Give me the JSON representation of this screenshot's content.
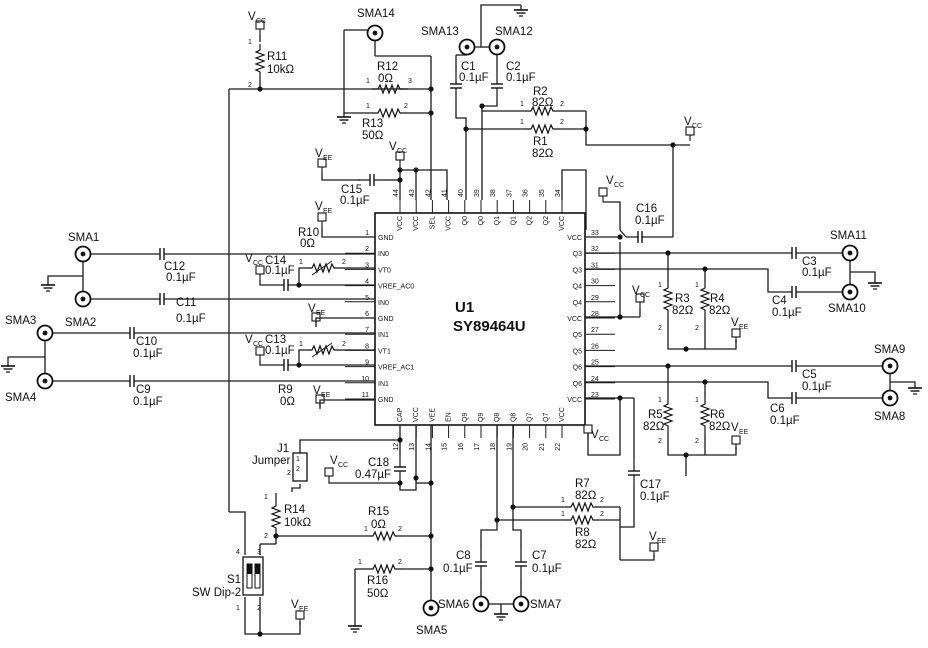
{
  "chip": {
    "ref": "U1",
    "part": "SY89464U"
  },
  "pins_left": [
    {
      "num": "1",
      "name": "GND"
    },
    {
      "num": "2",
      "name": "IN0"
    },
    {
      "num": "3",
      "name": "VT0"
    },
    {
      "num": "4",
      "name": "VREF_AC0"
    },
    {
      "num": "5",
      "name": "IN0"
    },
    {
      "num": "6",
      "name": "GND"
    },
    {
      "num": "7",
      "name": "IN1"
    },
    {
      "num": "8",
      "name": "VT1"
    },
    {
      "num": "9",
      "name": "VREF_AC1"
    },
    {
      "num": "10",
      "name": "IN1"
    },
    {
      "num": "11",
      "name": "GND"
    }
  ],
  "pins_right": [
    {
      "num": "33",
      "name": "VCC"
    },
    {
      "num": "32",
      "name": "Q3"
    },
    {
      "num": "31",
      "name": "Q3"
    },
    {
      "num": "30",
      "name": "Q4"
    },
    {
      "num": "29",
      "name": "Q4"
    },
    {
      "num": "28",
      "name": "VCC"
    },
    {
      "num": "27",
      "name": "Q5"
    },
    {
      "num": "26",
      "name": "Q5"
    },
    {
      "num": "25",
      "name": "Q6"
    },
    {
      "num": "24",
      "name": "Q6"
    },
    {
      "num": "23",
      "name": "VCC"
    }
  ],
  "pins_top": [
    {
      "num": "44",
      "name": "VCC"
    },
    {
      "num": "43",
      "name": "VCC"
    },
    {
      "num": "42",
      "name": "SEL"
    },
    {
      "num": "41",
      "name": "VCC"
    },
    {
      "num": "40",
      "name": "Q0"
    },
    {
      "num": "39",
      "name": "Q0"
    },
    {
      "num": "38",
      "name": "Q1"
    },
    {
      "num": "37",
      "name": "Q1"
    },
    {
      "num": "36",
      "name": "Q2"
    },
    {
      "num": "35",
      "name": "Q2"
    },
    {
      "num": "34",
      "name": "VCC"
    }
  ],
  "pins_bottom": [
    {
      "num": "12",
      "name": "CAP"
    },
    {
      "num": "13",
      "name": "VCC"
    },
    {
      "num": "14",
      "name": "VEE"
    },
    {
      "num": "15",
      "name": "EN"
    },
    {
      "num": "16",
      "name": "Q9"
    },
    {
      "num": "17",
      "name": "Q9"
    },
    {
      "num": "18",
      "name": "Q8"
    },
    {
      "num": "19",
      "name": "Q8"
    },
    {
      "num": "20",
      "name": "Q7"
    },
    {
      "num": "21",
      "name": "Q7"
    },
    {
      "num": "22",
      "name": "VCC"
    }
  ],
  "components": {
    "r11": {
      "ref": "R11",
      "value": "10kΩ"
    },
    "r12": {
      "ref": "R12",
      "value": "0Ω"
    },
    "r13": {
      "ref": "R13",
      "value": "50Ω"
    },
    "r2": {
      "ref": "R2",
      "value": "82Ω"
    },
    "r1": {
      "ref": "R1",
      "value": "82Ω"
    },
    "r10": {
      "ref": "R10",
      "value": "0Ω"
    },
    "r9": {
      "ref": "R9",
      "value": "0Ω"
    },
    "r3": {
      "ref": "R3",
      "value": "82Ω"
    },
    "r4": {
      "ref": "R4",
      "value": "82Ω"
    },
    "r5": {
      "ref": "R5",
      "value": "82Ω"
    },
    "r6": {
      "ref": "R6",
      "value": "82Ω"
    },
    "r7": {
      "ref": "R7",
      "value": "82Ω"
    },
    "r8": {
      "ref": "R8",
      "value": "82Ω"
    },
    "r14": {
      "ref": "R14",
      "value": "10kΩ"
    },
    "r15": {
      "ref": "R15",
      "value": "0Ω"
    },
    "r16": {
      "ref": "R16",
      "value": "50Ω"
    },
    "c1": {
      "ref": "C1",
      "value": "0.1µF"
    },
    "c2": {
      "ref": "C2",
      "value": "0.1µF"
    },
    "c15": {
      "ref": "C15",
      "value": "0.1µF"
    },
    "c16": {
      "ref": "C16",
      "value": "0.1µF"
    },
    "c12": {
      "ref": "C12",
      "value": "0.1µF"
    },
    "c14": {
      "ref": "C14",
      "value": "0.1µF"
    },
    "c11": {
      "ref": "C11",
      "value": "0.1µF"
    },
    "c10": {
      "ref": "C10",
      "value": "0.1µF"
    },
    "c13": {
      "ref": "C13",
      "value": "0.1µF"
    },
    "c9": {
      "ref": "C9",
      "value": "0.1µF"
    },
    "c3": {
      "ref": "C3",
      "value": "0.1µF"
    },
    "c4": {
      "ref": "C4",
      "value": "0.1µF"
    },
    "c5": {
      "ref": "C5",
      "value": "0.1µF"
    },
    "c6": {
      "ref": "C6",
      "value": "0.1µF"
    },
    "c17": {
      "ref": "C17",
      "value": "0.1µF"
    },
    "c18": {
      "ref": "C18",
      "value": "0.47µF"
    },
    "c8": {
      "ref": "C8",
      "value": "0.1µF"
    },
    "c7": {
      "ref": "C7",
      "value": "0.1µF"
    }
  },
  "connectors": {
    "sma1": "SMA1",
    "sma2": "SMA2",
    "sma3": "SMA3",
    "sma4": "SMA4",
    "sma5": "SMA5",
    "sma6": "SMA6",
    "sma7": "SMA7",
    "sma8": "SMA8",
    "sma9": "SMA9",
    "sma10": "SMA10",
    "sma11": "SMA11",
    "sma12": "SMA12",
    "sma13": "SMA13",
    "sma14": "SMA14"
  },
  "jumper": {
    "ref": "J1",
    "label": "Jumper",
    "pin1": "1",
    "pin2": "2"
  },
  "switch": {
    "ref": "S1",
    "label": "SW Dip-2"
  },
  "power": {
    "vcc_base": "V",
    "vcc_sub": "CC",
    "vee_base": "V",
    "vee_sub": "EE"
  },
  "pin_marks": {
    "one": "1",
    "two": "2",
    "three": "3",
    "four": "4"
  }
}
